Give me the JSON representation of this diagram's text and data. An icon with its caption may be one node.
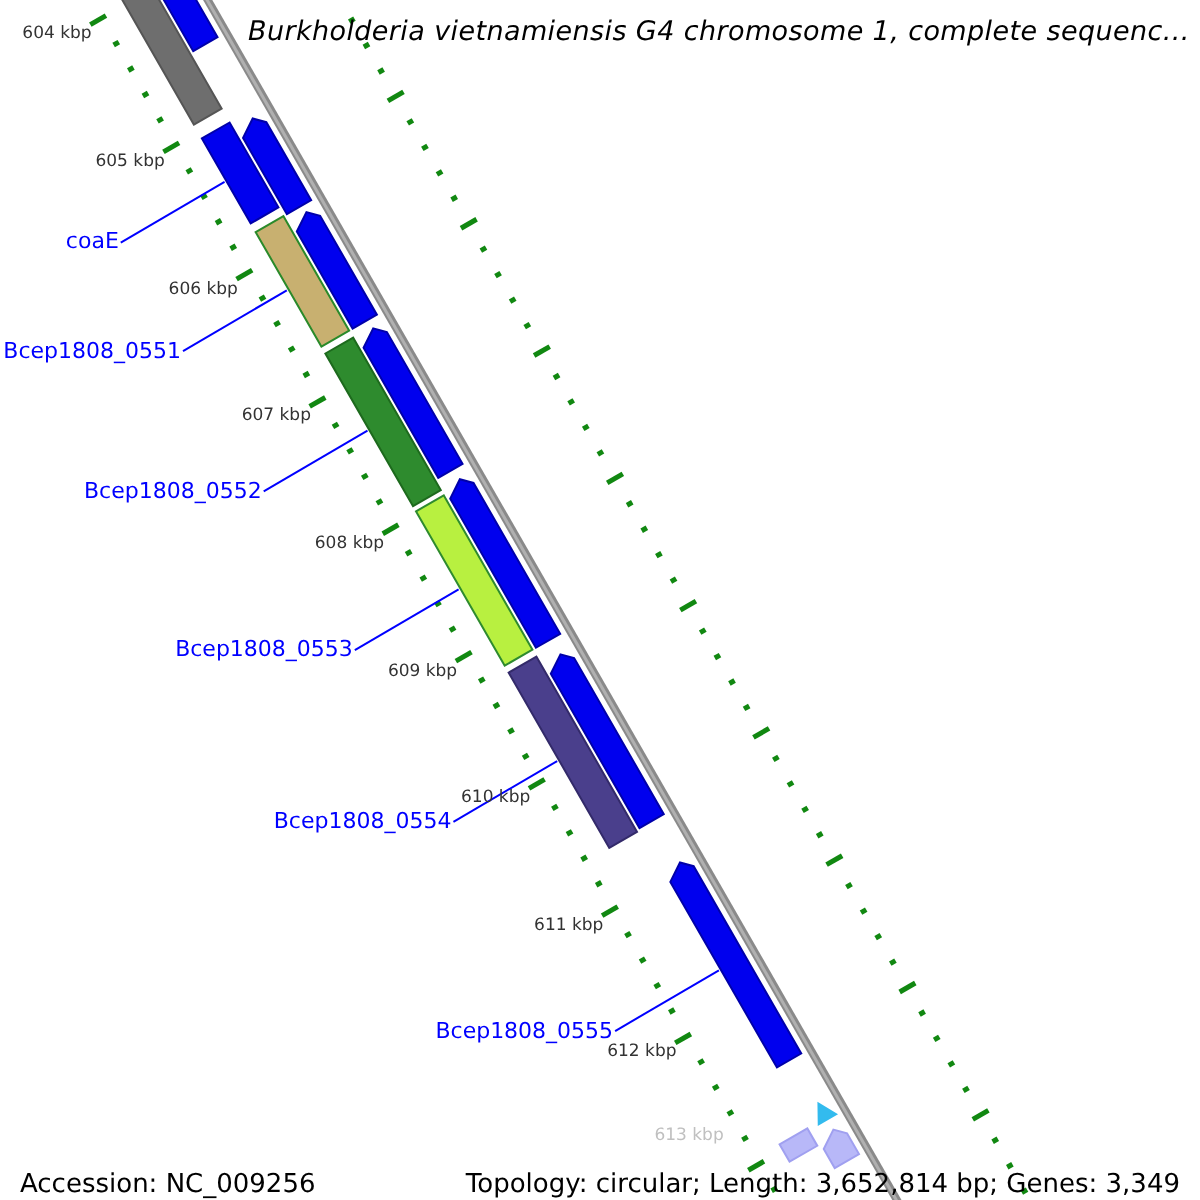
{
  "diagram": {
    "title": "Burkholderia vietnamiensis G4 chromosome 1, complete sequenc...",
    "nodes": [
      {
        "text": [],
        "shape": "arrow"
      },
      {
        "text": [],
        "shape": "bar"
      },
      {
        "text": [],
        "shape": "arrow"
      },
      {
        "text": [
          "coaE"
        ]
      },
      {
        "text": [],
        "shape": "bar"
      },
      {
        "text": [],
        "shape": "arrow"
      },
      {
        "text": [
          "Bcep1808_0551"
        ]
      },
      {
        "text": [],
        "shape": "bar"
      },
      {
        "text": [],
        "shape": "arrow"
      },
      {
        "text": [
          "Bcep1808_0552"
        ]
      },
      {
        "text": [],
        "shape": "bar"
      },
      {
        "text": [],
        "shape": "arrow"
      },
      {
        "text": [
          "Bcep1808_0553"
        ]
      },
      {
        "text": [],
        "shape": "bar"
      },
      {
        "text": [],
        "shape": "arrow"
      },
      {
        "text": [
          "Bcep1808_0554"
        ]
      },
      {
        "text": [],
        "shape": "bar"
      },
      {
        "text": [
          "Bcep1808_0555"
        ]
      },
      {
        "text": [],
        "shape": "arrow"
      },
      {
        "text": [],
        "shape": "triangle"
      },
      {
        "text": [],
        "shape": "bar"
      },
      {
        "text": [],
        "shape": "arrow"
      }
    ],
    "edges": [
      {
        "from": 3,
        "to": 4,
        "arrow": "none"
      },
      {
        "from": 6,
        "to": 7,
        "arrow": "none"
      },
      {
        "from": 9,
        "to": 10,
        "arrow": "none"
      },
      {
        "from": 12,
        "to": 13,
        "arrow": "none"
      },
      {
        "from": 15,
        "to": 16,
        "arrow": "none"
      },
      {
        "from": 17,
        "to": 18,
        "arrow": "none"
      }
    ],
    "labels": [
      "604 kbp",
      "605 kbp",
      "606 kbp",
      "607 kbp",
      "608 kbp",
      "609 kbp",
      "610 kbp",
      "611 kbp",
      "612 kbp",
      "613 kbp",
      "Accession: NC_009256",
      "Topology: circular; Length: 3,652,814 bp; Genes: 3,349"
    ]
  }
}
